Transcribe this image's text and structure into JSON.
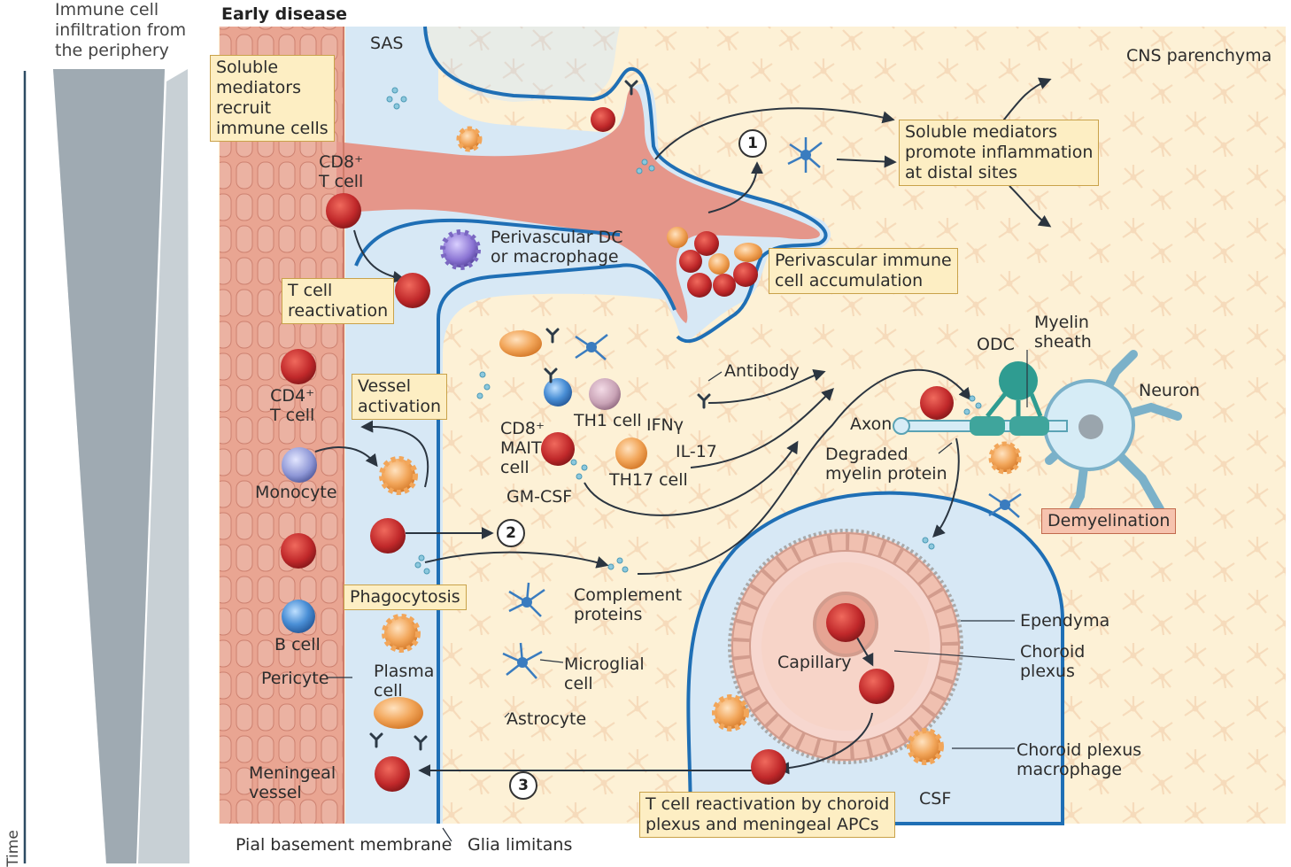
{
  "title": "Early disease",
  "side_caption": "Immune cell\ninfiltration from\nthe periphery",
  "time_caption": "Time",
  "labels": {
    "sas": "SAS",
    "cns_parenchyma": "CNS parenchyma",
    "cd8_t_cell": "CD8⁺\nT cell",
    "perivascular_dc": "Perivascular DC\nor macrophage",
    "cd4_t_cell": "CD4⁺\nT cell",
    "monocyte": "Monocyte",
    "b_cell": "B cell",
    "pericyte": "Pericyte",
    "plasma_cell": "Plasma\ncell",
    "meningeal_vessel": "Meningeal\nvessel",
    "pial_membrane": "Pial basement membrane",
    "glia_limitans": "Glia limitans",
    "antibody": "Antibody",
    "th1_cell": "TH1 cell",
    "ifng": "IFNγ",
    "cd8_mait": "CD8⁺\nMAIT\ncell",
    "il17": "IL-17",
    "th17_cell": "TH17 cell",
    "gmcsf": "GM-CSF",
    "complement": "Complement\nproteins",
    "microglial": "Microglial\ncell",
    "astrocyte": "Astrocyte",
    "odc": "ODC",
    "myelin_sheath": "Myelin\nsheath",
    "neuron": "Neuron",
    "axon": "Axon",
    "degraded_myelin": "Degraded\nmyelin protein",
    "ependyma": "Ependyma",
    "choroid_plexus": "Choroid\nplexus",
    "capillary": "Capillary",
    "cp_macrophage": "Choroid plexus\nmacrophage",
    "csf": "CSF"
  },
  "boxes": {
    "soluble_recruit": "Soluble\nmediators\nrecruit\nimmune cells",
    "t_reactivation": "T cell\nreactivation",
    "vessel_activation": "Vessel\nactivation",
    "phagocytosis": "Phagocytosis",
    "soluble_distal": "Soluble mediators\npromote inflammation\nat distal sites",
    "perivascular_accum": "Perivascular immune\ncell accumulation",
    "demyelination": "Demyelination",
    "cp_reactivation": "T cell reactivation by choroid\nplexus and meningeal APCs"
  },
  "steps": [
    "1",
    "2",
    "3"
  ],
  "colors": {
    "parenchyma": "#fdf1d6",
    "vessel": "#e9a592",
    "sas": "#d7e8f5",
    "membrane": "#1f6fb5",
    "t_cell": "#c0282a",
    "box_fill": "#fdeec3",
    "demyelination_fill": "#f6c3ae"
  }
}
